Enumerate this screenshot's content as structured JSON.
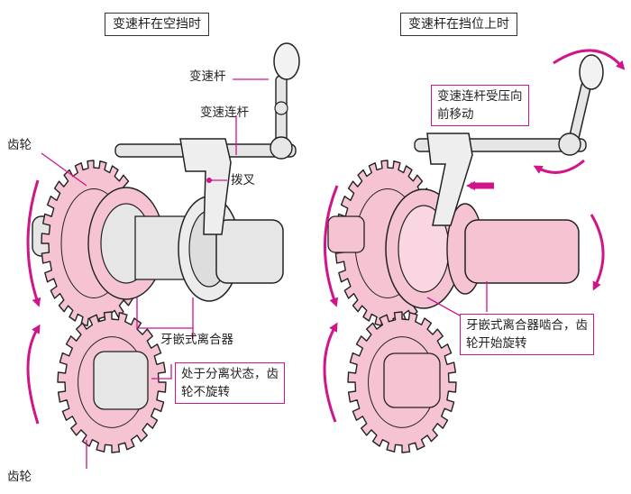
{
  "left_panel": {
    "title": "变速杆在空挡时",
    "labels": {
      "shift_lever": "变速杆",
      "shift_rod": "变速连杆",
      "gear_top": "齿轮",
      "fork": "拨叉",
      "dog_clutch": "牙嵌式离合器",
      "gear_bottom": "齿轮"
    },
    "note_lines": [
      "处于分离状态，齿",
      "轮不旋转"
    ]
  },
  "right_panel": {
    "title": "变速杆在挡位上时",
    "note_top_lines": [
      "变速连杆受压向",
      "前移动"
    ],
    "note_bottom_lines": [
      "牙嵌式离合器啮合，齿",
      "轮开始旋转"
    ]
  },
  "colors": {
    "gear_pink": "#f6c3d3",
    "accent_magenta": "#d0148a",
    "outline": "#222222",
    "shaft_gray": "#e6e6e6"
  }
}
